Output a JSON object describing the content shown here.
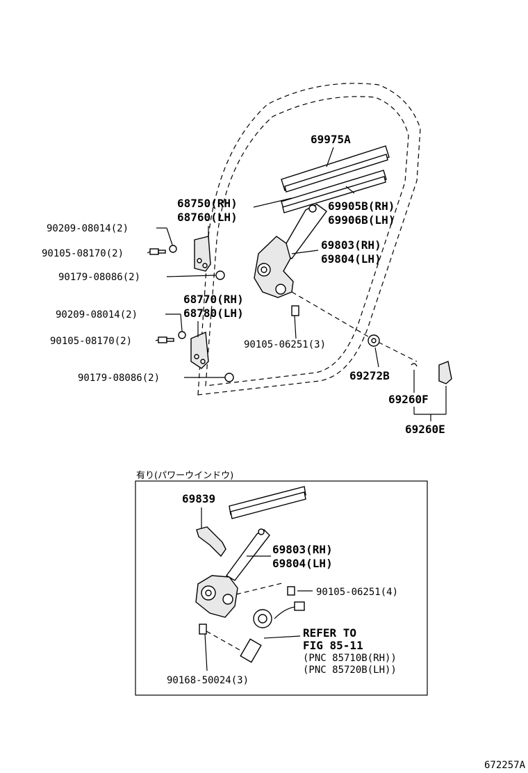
{
  "labels": {
    "p69975a": "69975A",
    "p68750": "68750(RH)",
    "p68760": "68760(LH)",
    "p69905b": "69905B(RH)",
    "p69906b": "69906B(LH)",
    "p90209a": "90209-08014(2)",
    "p90105a": "90105-08170(2)",
    "p69803a": "69803(RH)",
    "p69804a": "69804(LH)",
    "p90179a": "90179-08086(2)",
    "p68770": "68770(RH)",
    "p68780": "68780(LH)",
    "p90209b": "90209-08014(2)",
    "p90105b": "90105-08170(2)",
    "p90105c": "90105-06251(3)",
    "p69272b": "69272B",
    "p90179b": "90179-08086(2)",
    "p69260f": "69260F",
    "p69260e": "69260E"
  },
  "inset": {
    "caption": "有り(パワーウインドウ)",
    "p69839": "69839",
    "p69803": "69803(RH)",
    "p69804": "69804(LH)",
    "p90105": "90105-06251(4)",
    "refer1": "REFER TO",
    "refer2": "FIG 85-11",
    "pnc1": "(PNC 85710B(RH))",
    "pnc2": "(PNC 85720B(LH))",
    "p90168": "90168-50024(3)"
  },
  "figure_id": "672257A"
}
